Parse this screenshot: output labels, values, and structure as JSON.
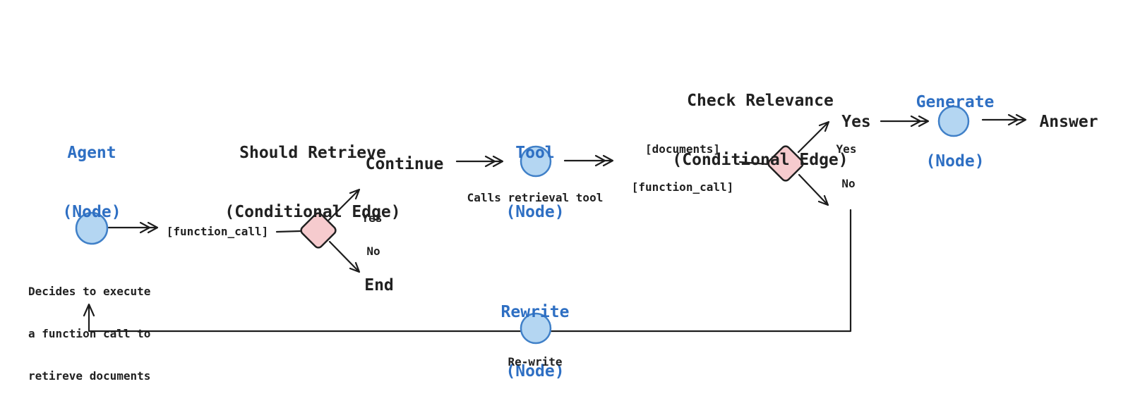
{
  "colors": {
    "bg": "#ffffff",
    "blue_text": "#2e6fc3",
    "dark_text": "#212121",
    "node_fill": "#b4d6f2",
    "node_stroke": "#4080c8",
    "diamond_fill": "#f6cbce",
    "diamond_stroke": "#212121",
    "line": "#1d1d1d"
  },
  "nodes": {
    "agent": {
      "title": "Agent",
      "subtitle": "(Node)",
      "description_lines": [
        "Decides to execute",
        "a function call to",
        "retireve documents"
      ]
    },
    "should_retrieve": {
      "title": "Should Retrieve",
      "subtitle": "(Conditional Edge)",
      "yes": "Yes",
      "no": "No"
    },
    "tool": {
      "title": "Tool",
      "subtitle": "(Node)",
      "caption": "Calls retrieval tool"
    },
    "check_relevance": {
      "title": "Check Relevance",
      "subtitle": "(Conditional Edge)",
      "yes": "Yes",
      "no": "No"
    },
    "generate": {
      "title": "Generate",
      "subtitle": "(Node)"
    },
    "rewrite": {
      "title": "Rewrite",
      "subtitle": "(Node)",
      "caption": "Re-write"
    }
  },
  "edge_labels": {
    "function_call": "[function_call]",
    "continue": "Continue",
    "end": "End",
    "documents_state_line1": "[documents]",
    "documents_state_line2": "[function_call]",
    "yes_branch": "Yes",
    "answer": "Answer"
  }
}
